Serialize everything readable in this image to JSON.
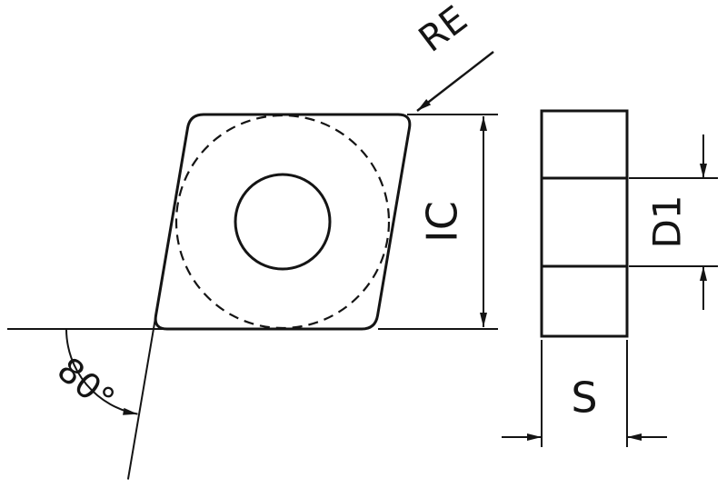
{
  "drawing": {
    "description": "Technical dimension drawing of an 80-degree rhombic turning insert, front view and side view",
    "labels": {
      "corner_radius": "RE",
      "inscribed_circle": "IC",
      "hole_diameter": "D1",
      "thickness": "S",
      "corner_angle": "80°"
    },
    "colors": {
      "insert_fill": "#c9c9c9",
      "hole_fill": "#ffffff",
      "line": "#141414",
      "background": "#ffffff"
    }
  }
}
